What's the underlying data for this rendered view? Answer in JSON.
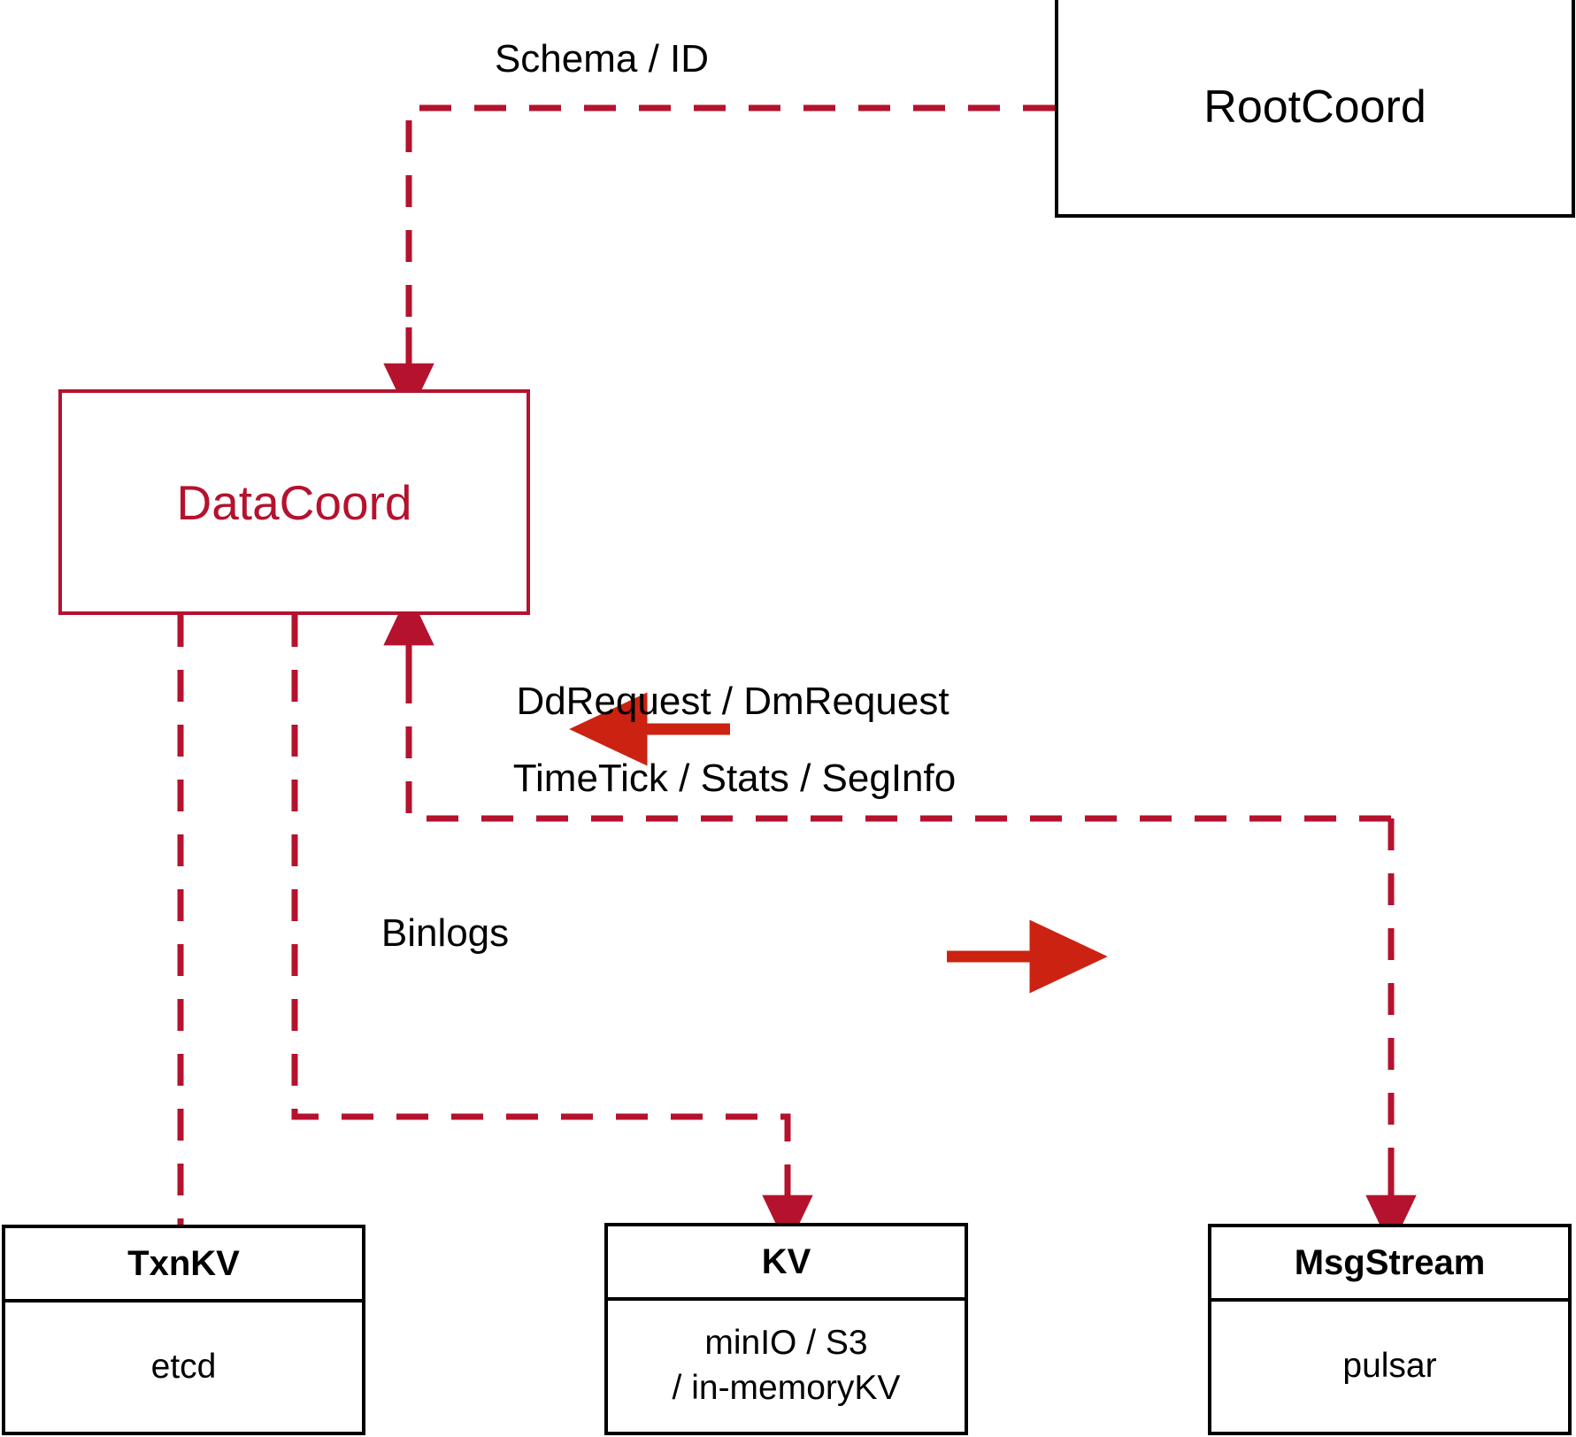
{
  "diagram": {
    "title": "DataCoord component interaction diagram",
    "colors": {
      "accent_red": "#b5122e",
      "arrow_red": "#cc2211",
      "stroke_black": "#000000",
      "background": "#ffffff"
    },
    "nodes": [
      {
        "id": "rootcoord",
        "label": "RootCoord",
        "style": "plain-box"
      },
      {
        "id": "datacoord",
        "label": "DataCoord",
        "style": "accent-box"
      },
      {
        "id": "txnkv",
        "header": "TxnKV",
        "body": [
          "etcd"
        ],
        "style": "split-box"
      },
      {
        "id": "kv",
        "header": "KV",
        "body": [
          "minIO / S3",
          "/ in-memoryKV"
        ],
        "style": "split-box"
      },
      {
        "id": "msgstream",
        "header": "MsgStream",
        "body": [
          "pulsar"
        ],
        "style": "split-box"
      }
    ],
    "edge_labels": {
      "schema_id": "Schema / ID",
      "dd_dm_request": "DdRequest / DmRequest",
      "timetick_stats_seginfo": "TimeTick / Stats / SegInfo",
      "binlogs": "Binlogs"
    },
    "edges": [
      {
        "from": "rootcoord",
        "to": "datacoord",
        "label": "Schema / ID",
        "style": "dashed",
        "direction": "to-datacoord"
      },
      {
        "from": "msgstream",
        "to": "datacoord",
        "label": "DdRequest / DmRequest",
        "style": "solid-arrow",
        "direction": "left"
      },
      {
        "from": "datacoord",
        "to": "msgstream",
        "label": "TimeTick / Stats / SegInfo",
        "style": "solid-arrow",
        "direction": "right"
      },
      {
        "from": "datacoord",
        "to": "kv",
        "label": "Binlogs",
        "style": "dashed",
        "direction": "down"
      },
      {
        "from": "datacoord",
        "to": "txnkv",
        "label": "",
        "style": "dashed",
        "direction": "down"
      },
      {
        "from": "datacoord",
        "to": "msgstream",
        "label": "",
        "style": "dashed",
        "direction": "down-right"
      }
    ]
  }
}
